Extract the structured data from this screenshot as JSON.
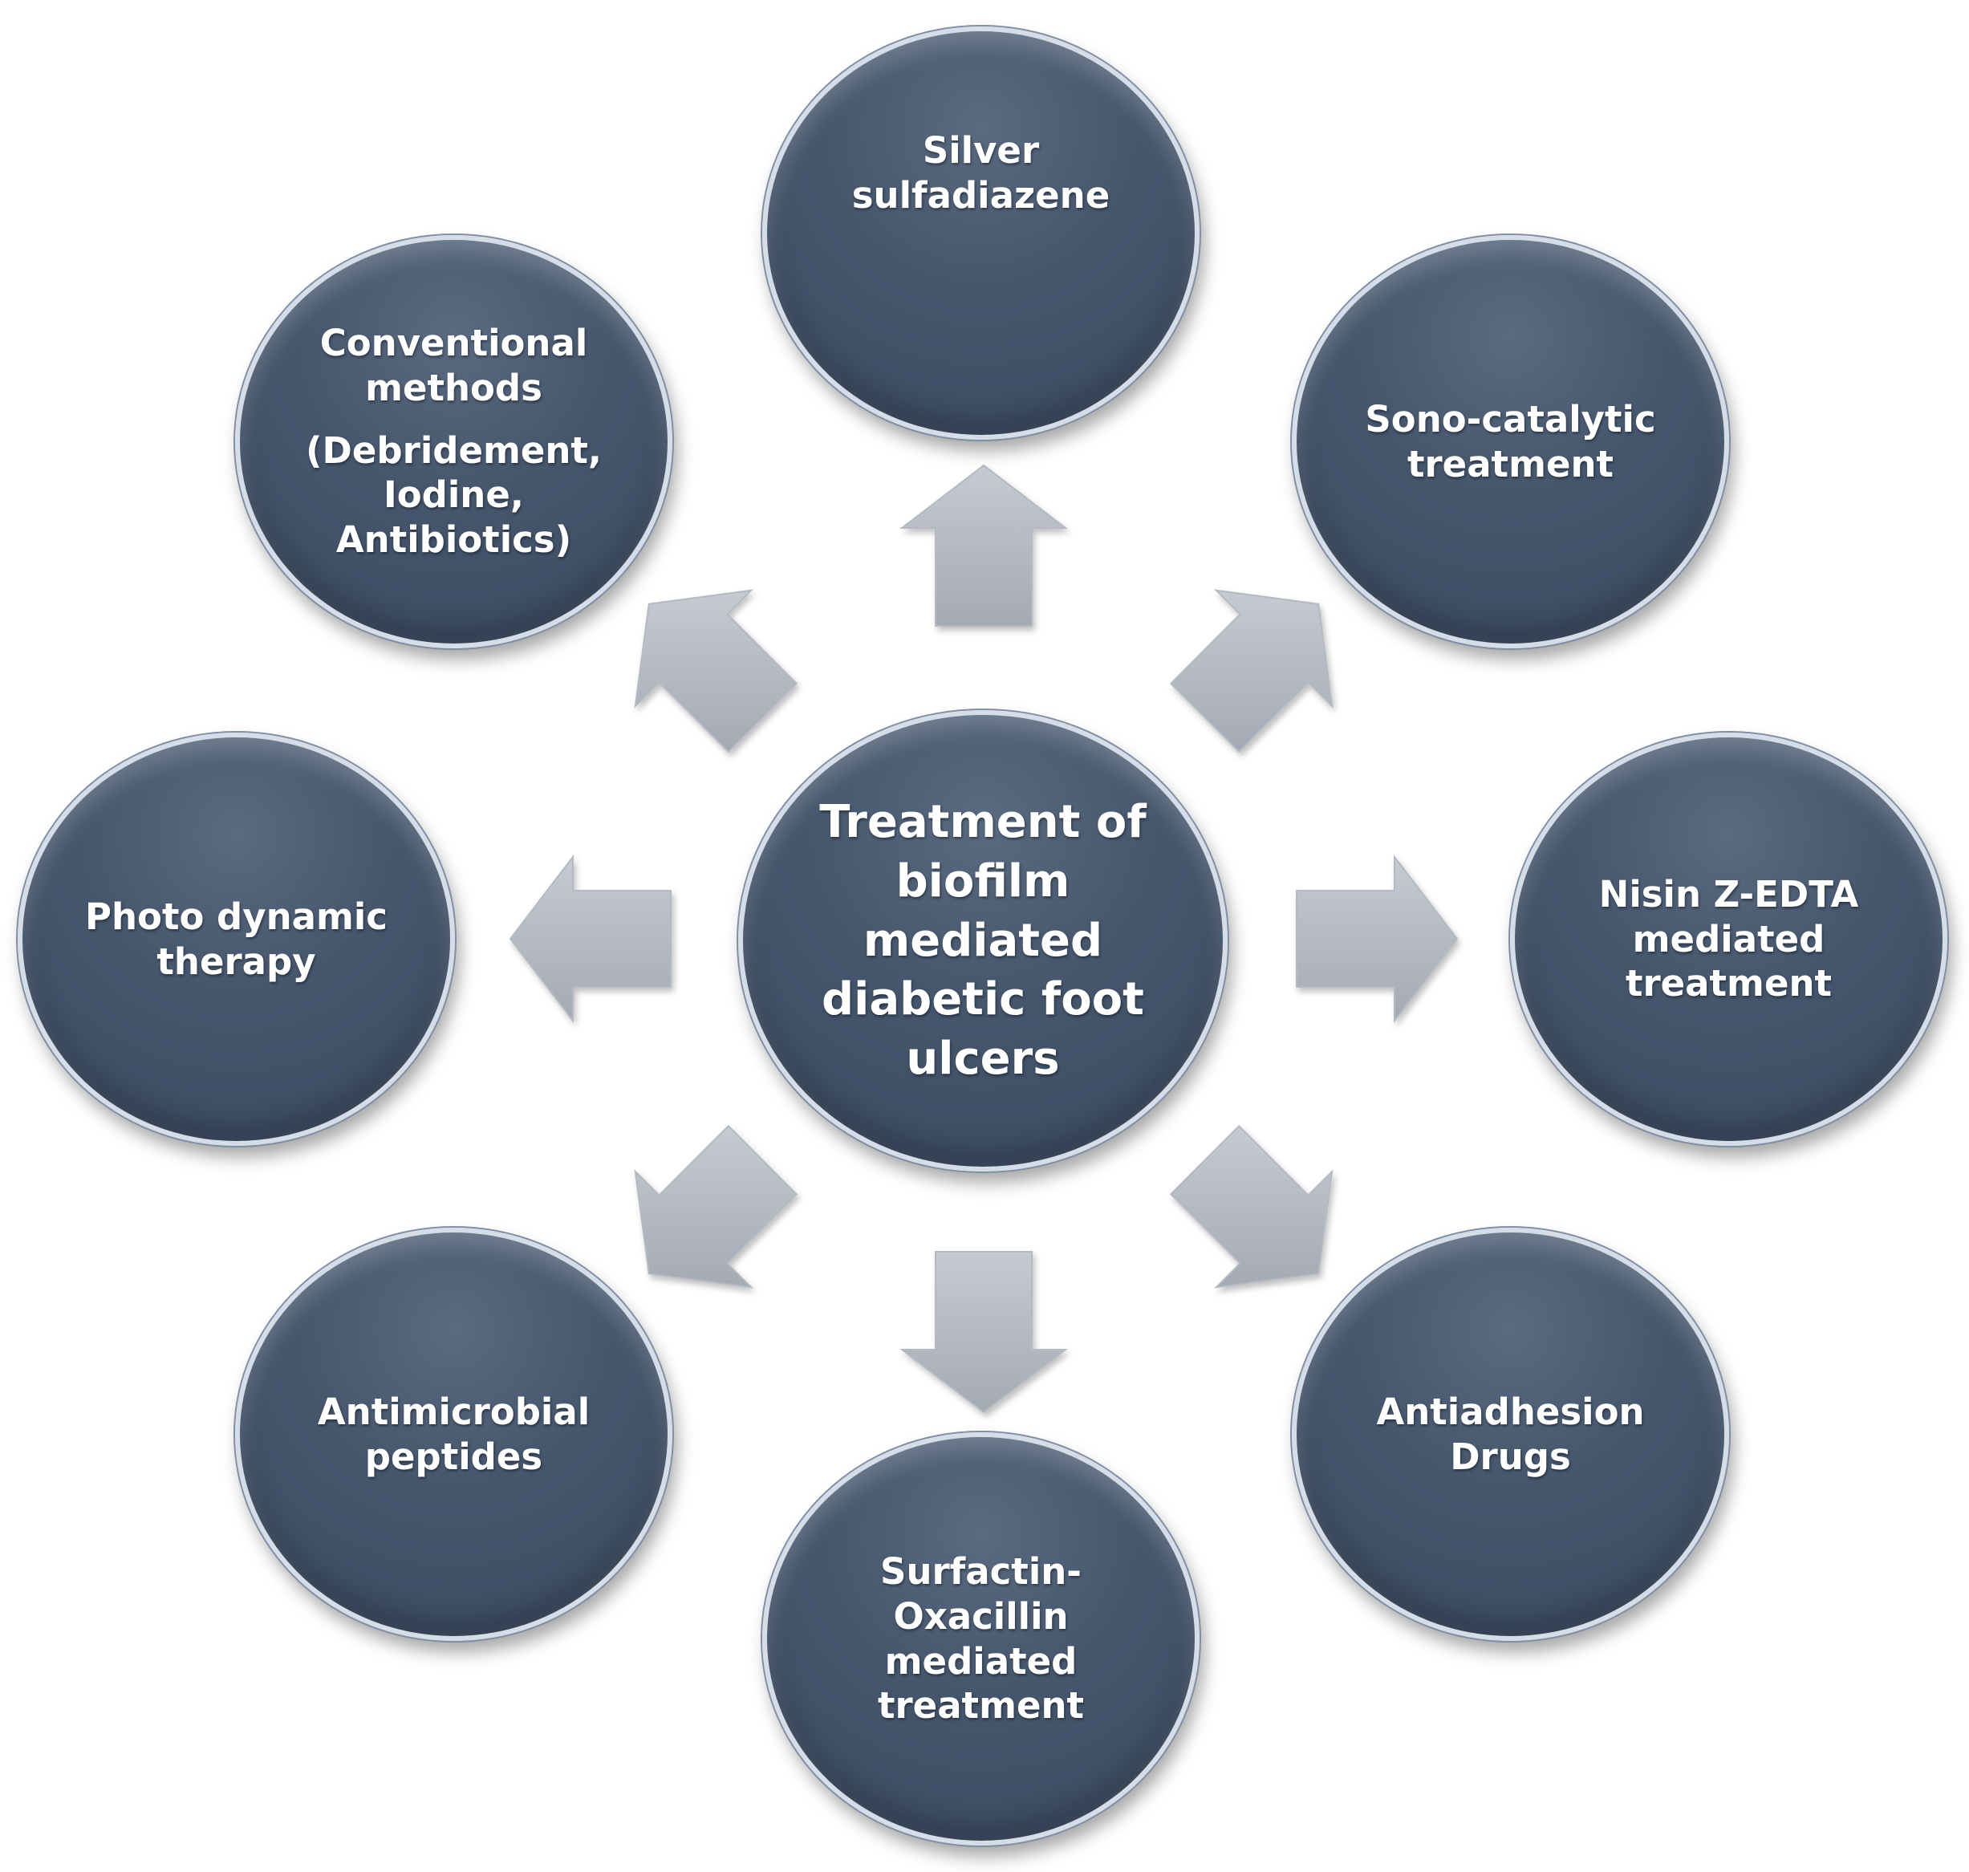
{
  "diagram": {
    "center": {
      "lines": [
        "Treatment of",
        "biofilm",
        "mediated",
        "diabetic foot",
        "ulcers"
      ]
    },
    "nodes": [
      {
        "id": "silver",
        "lines": [
          "Silver",
          "sulfadiazene"
        ]
      },
      {
        "id": "sono",
        "lines": [
          "Sono-catalytic",
          "treatment"
        ]
      },
      {
        "id": "nisin",
        "lines": [
          "Nisin Z-EDTA",
          "mediated",
          "treatment"
        ]
      },
      {
        "id": "antiadhesion",
        "lines": [
          "Antiadhesion",
          "Drugs"
        ]
      },
      {
        "id": "surfactin",
        "lines": [
          "Surfactin-",
          "Oxacillin",
          "mediated",
          "treatment"
        ]
      },
      {
        "id": "antimicrobial",
        "lines": [
          "Antimicrobial",
          "peptides"
        ]
      },
      {
        "id": "photo",
        "lines": [
          "Photo dynamic",
          "therapy"
        ]
      },
      {
        "id": "conventional",
        "lines": [
          "Conventional",
          "methods"
        ],
        "extra_lines": [
          "(Debridement,",
          "Iodine,",
          "Antibiotics)"
        ]
      }
    ],
    "colors": {
      "node_fill": "#45566d",
      "node_border": "#d5dde8",
      "arrow_fill": "#b4b9c2",
      "text": "#ffffff"
    }
  }
}
